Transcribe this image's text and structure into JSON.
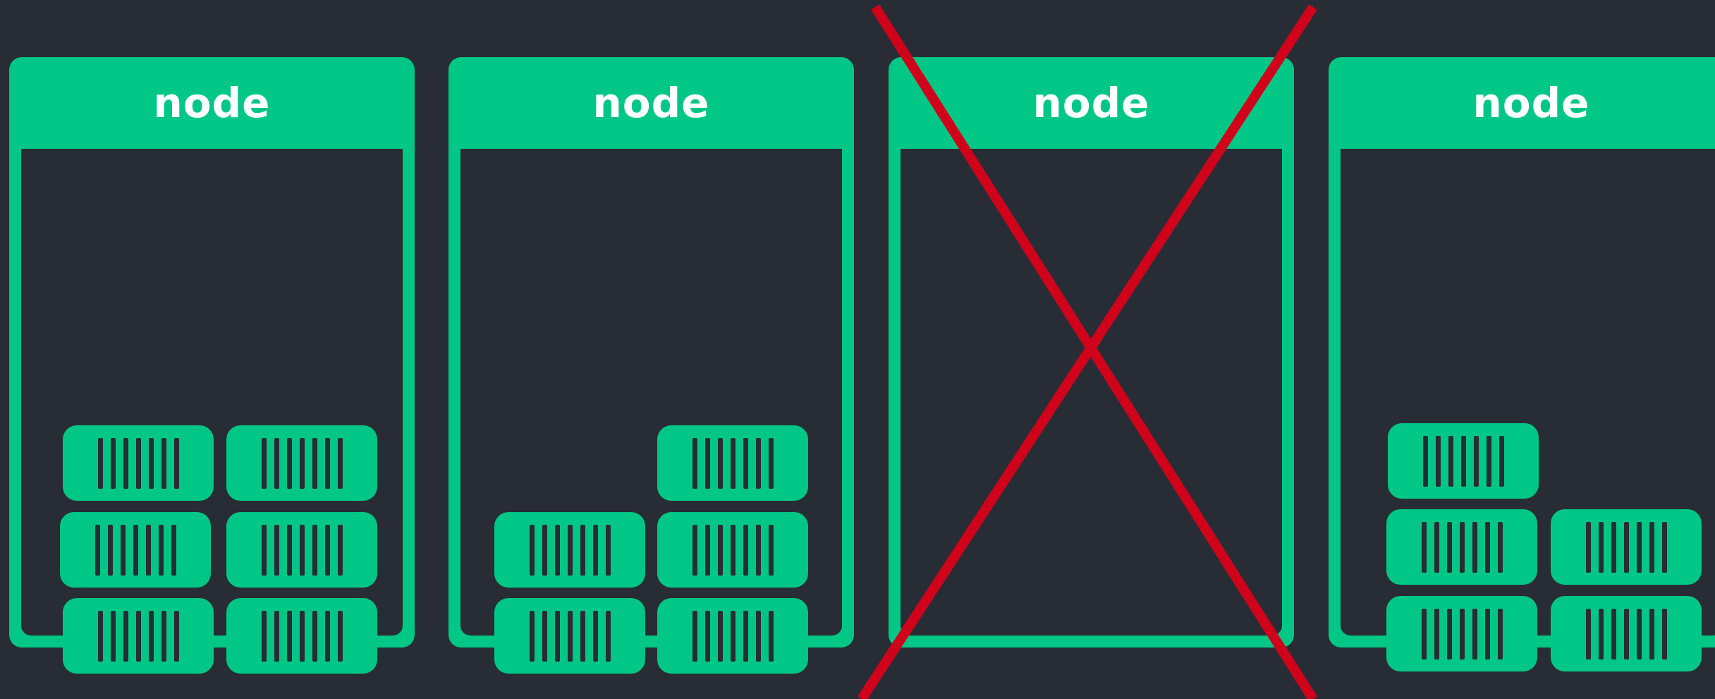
{
  "colors": {
    "background": "#282d35",
    "node_green": "#00c785",
    "title_text": "#ffffff",
    "cross_red": "#d0021b"
  },
  "nodes": [
    {
      "title": "node",
      "removed": false,
      "container_count": 6
    },
    {
      "title": "node",
      "removed": false,
      "container_count": 5
    },
    {
      "title": "node",
      "removed": true,
      "container_count": 0
    },
    {
      "title": "node",
      "removed": false,
      "container_count": 5
    }
  ]
}
